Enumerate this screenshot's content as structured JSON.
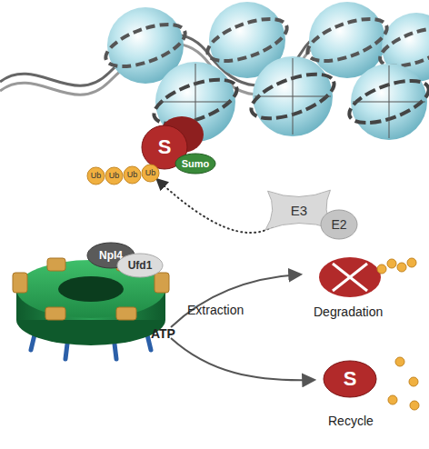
{
  "diagram": {
    "nodes": [
      {
        "text": [
          "S"
        ]
      },
      {
        "text": [
          "Sumo"
        ]
      },
      {
        "text": [
          "Ub"
        ]
      },
      {
        "text": [
          "Ub"
        ]
      },
      {
        "text": [
          "Ub"
        ]
      },
      {
        "text": [
          "Ub"
        ]
      },
      {
        "text": [
          "E3"
        ]
      },
      {
        "text": [
          "E2"
        ]
      },
      {
        "text": [
          "Npl4"
        ]
      },
      {
        "text": [
          "Ufd1"
        ]
      },
      {
        "text": [
          "S"
        ]
      }
    ],
    "edges": [
      {
        "from": 6,
        "to": 5,
        "arrow": "to"
      }
    ],
    "labels": [
      "ATP",
      "Extraction",
      "Degradation",
      "Recycle"
    ]
  }
}
